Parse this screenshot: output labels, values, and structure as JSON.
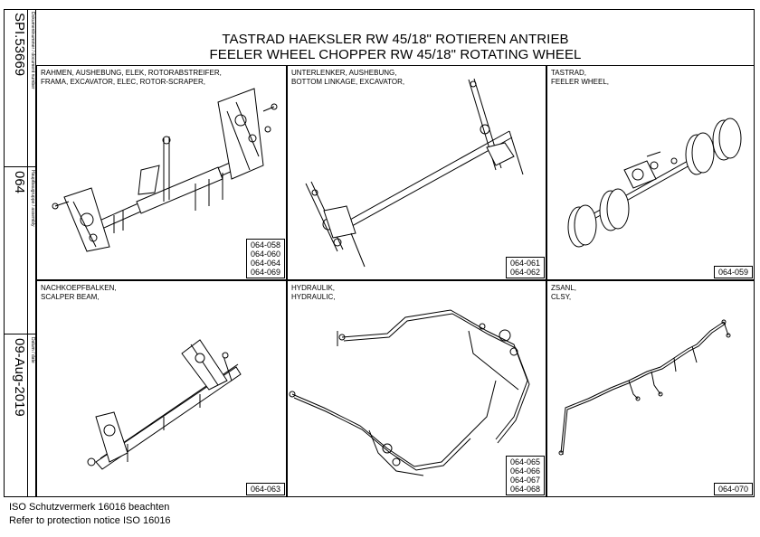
{
  "sidebar": {
    "document_number_label": "Dokumentnummer / document number",
    "document_number": "SPI.53669",
    "assembly_label": "Hauptbaugruppe / assembly",
    "assembly": "064",
    "date_label": "Datum / date",
    "date": "09-Aug-2019"
  },
  "header": {
    "title_de": "TASTRAD HAEKSLER RW 45/18\" ROTIEREN ANTRIEB",
    "title_en": "FEELER WHEEL CHOPPER RW 45/18\" ROTATING WHEEL"
  },
  "panels": [
    {
      "label_line1": "RAHMEN, AUSHEBUNG, ELEK, ROTORABSTREIFER,",
      "label_line2": "FRAMA, EXCAVATOR, ELEC, ROTOR-SCRAPER,",
      "refs": [
        "064-058",
        "064-060",
        "064-064",
        "064-069"
      ]
    },
    {
      "label_line1": "UNTERLENKER, AUSHEBUNG,",
      "label_line2": "BOTTOM LINKAGE, EXCAVATOR,",
      "refs": [
        "064-061",
        "064-062"
      ]
    },
    {
      "label_line1": "TASTRAD,",
      "label_line2": "FEELER WHEEL,",
      "refs": [
        "064-059"
      ]
    },
    {
      "label_line1": "NACHKOEPFBALKEN,",
      "label_line2": "SCALPER BEAM,",
      "refs": [
        "064-063"
      ]
    },
    {
      "label_line1": "HYDRAULIK,",
      "label_line2": "HYDRAULIC,",
      "refs": [
        "064-065",
        "064-066",
        "064-067",
        "064-068"
      ]
    },
    {
      "label_line1": "ZSANL,",
      "label_line2": "CLSY,",
      "refs": [
        "064-070"
      ]
    }
  ],
  "footer": {
    "notice_de": "ISO Schutzvermerk 16016 beachten",
    "notice_en": "Refer to protection notice ISO 16016"
  }
}
